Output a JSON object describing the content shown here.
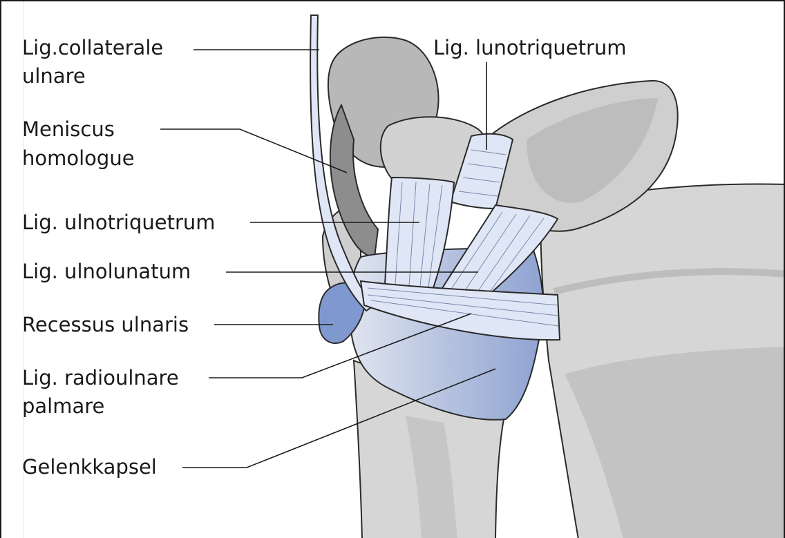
{
  "labels": {
    "lig_collaterale_ulnare_1": "Lig.collaterale",
    "lig_collaterale_ulnare_2": "ulnare",
    "meniscus_homologue_1": "Meniscus",
    "meniscus_homologue_2": "homologue",
    "lig_ulnotriquetrum": "Lig. ulnotriquetrum",
    "lig_ulnolunatum": "Lig. ulnolunatum",
    "recessus_ulnaris": "Recessus ulnaris",
    "lig_radioulnare_palmare_1": "Lig. radioulnare",
    "lig_radioulnare_palmare_2": "palmare",
    "gelenkkapsel": "Gelenkkapsel",
    "lig_lunotriquetrum": "Lig. lunotriquetrum"
  },
  "colors": {
    "bone_light": "#d9d9d9",
    "bone_mid": "#c4c4c4",
    "bone_dark": "#9a9a9a",
    "ligament": "#dfe6f5",
    "capsule_blue": "#a9b9dc",
    "recess_blue": "#7f98cf",
    "outline": "#2a2a2a"
  }
}
